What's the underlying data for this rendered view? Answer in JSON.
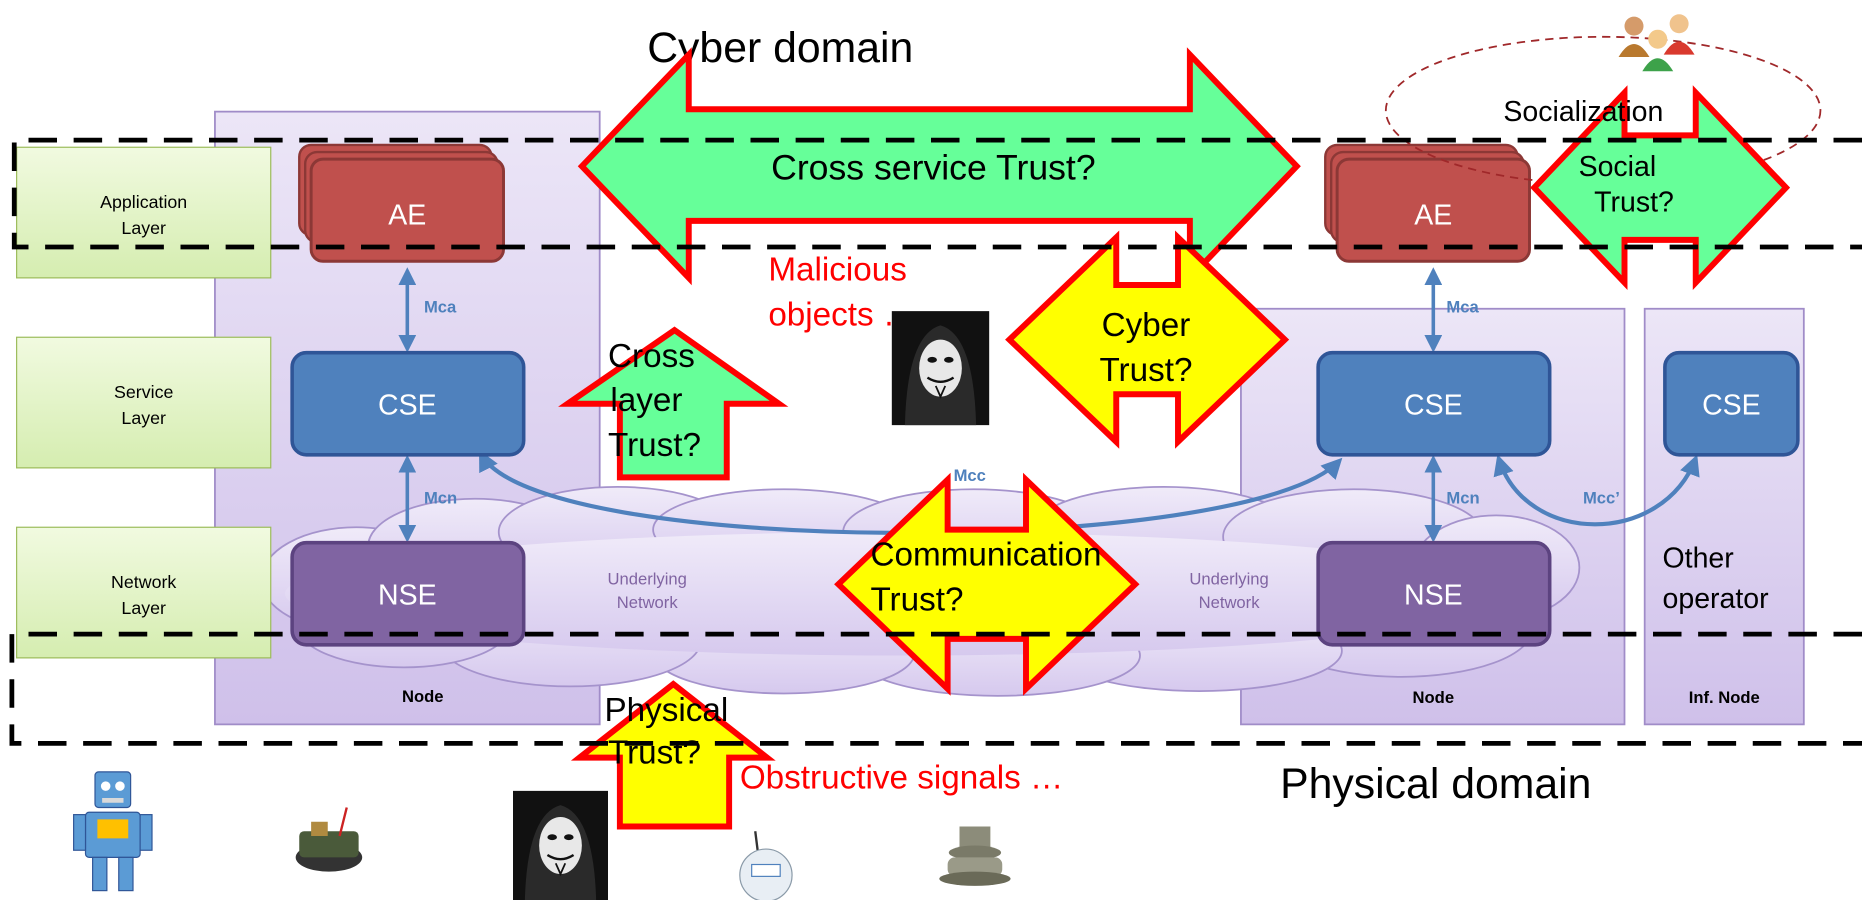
{
  "domains": {
    "cyber": "Cyber domain",
    "physical": "Physical domain"
  },
  "layers": {
    "application": [
      "Application",
      "Layer"
    ],
    "service": [
      "Service",
      "Layer"
    ],
    "network": [
      "Network",
      "Layer"
    ]
  },
  "entities": {
    "ae": "AE",
    "cse": "CSE",
    "nse": "NSE"
  },
  "interfaces": {
    "mca": "Mca",
    "mcn": "Mcn",
    "mcc": "Mcc",
    "mcc_prime": "Mcc’"
  },
  "node_labels": {
    "node": "Node",
    "inf_node": "Inf. Node"
  },
  "network_labels": [
    "Underlying",
    "Network"
  ],
  "other_operator": [
    "Other",
    "operator"
  ],
  "trust": {
    "cross_service": "Cross service Trust?",
    "social": [
      "Social",
      "Trust?"
    ],
    "cyber": [
      "Cyber",
      "Trust?"
    ],
    "cross_layer": [
      "Cross",
      "layer",
      "Trust?"
    ],
    "communication": [
      "Communication",
      "Trust?"
    ],
    "physical": [
      "Physical",
      "Trust?"
    ]
  },
  "threats": {
    "malicious": [
      "Malicious",
      "objects …"
    ],
    "obstructive": "Obstructive signals …"
  },
  "socialization": "Socialization",
  "icons": [
    "people-group-icon",
    "hacker-mask-icon",
    "robot-icon",
    "sensor-board-icon",
    "wireless-sensor-icon",
    "actuator-device-icon"
  ],
  "colors": {
    "layer_fill": "#e3f3c7",
    "node_fill": "#dcd1ef",
    "ae": "#c0504d",
    "cse": "#4f81bd",
    "nse": "#8064a2",
    "interface": "#4f81bd",
    "trust_green": "#66ff99",
    "trust_yellow": "#ffff00",
    "trust_border": "#ff0000",
    "threat_text": "#ff0000"
  }
}
